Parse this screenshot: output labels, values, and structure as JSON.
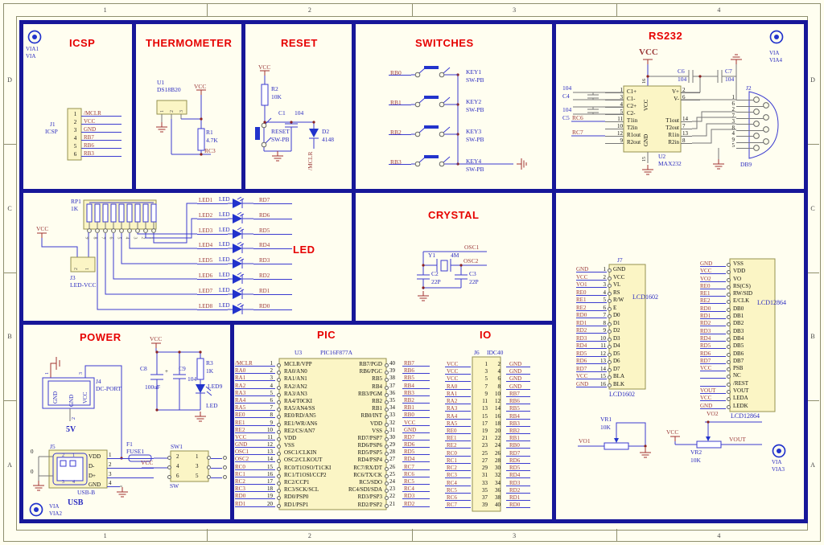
{
  "frame": {
    "cols": [
      "1",
      "2",
      "3",
      "4"
    ],
    "rows": [
      "D",
      "C",
      "B",
      "A"
    ]
  },
  "colors": {
    "navy": "#171799",
    "title_red": "#E60000",
    "net_red": "#9B3A3A",
    "label_blue": "#2B2BC0",
    "wire_blue": "#3B3BD0",
    "part_fill": "#FBF5C5",
    "sheet_bg": "#FDFDE9"
  },
  "icsp": {
    "title": "ICSP",
    "via": [
      "VIA1",
      "VIA"
    ],
    "refdes": "J1",
    "name": "ICSP",
    "pins": [
      {
        "num": "1",
        "net": "/MCLR"
      },
      {
        "num": "2",
        "net": "VCC"
      },
      {
        "num": "3",
        "net": "GND"
      },
      {
        "num": "4",
        "net": "RB7"
      },
      {
        "num": "5",
        "net": "RB6"
      },
      {
        "num": "6",
        "net": "RB3"
      }
    ]
  },
  "thermometer": {
    "title": "THERMOMETER",
    "refdes": "U1",
    "part": "DS18B20",
    "pins": [
      "1",
      "2",
      "3"
    ],
    "vcc": "VCC",
    "r_ref": "R1",
    "r_val": "4.7K",
    "net": "RC3"
  },
  "reset": {
    "title": "RESET",
    "vcc": "VCC",
    "r_ref": "R2",
    "r_val": "10K",
    "c_ref": "C1",
    "c_val": "104",
    "sw_name": "RESET",
    "sw_type": "SW-PB",
    "d_ref": "D2",
    "d_val": "4148",
    "net": "/MCLR"
  },
  "switches": {
    "title": "SWITCHES",
    "rows": [
      {
        "net": "RB0",
        "key": "KEY1",
        "typ": "SW-PB"
      },
      {
        "net": "RB1",
        "key": "KEY2",
        "typ": "SW-PB"
      },
      {
        "net": "RB2",
        "key": "KEY3",
        "typ": "SW-PB"
      },
      {
        "net": "RB3",
        "key": "KEY4",
        "typ": "SW-PB"
      }
    ]
  },
  "rs232": {
    "title": "RS232",
    "vcc": "VCC",
    "via": [
      "VIA",
      "VIA4"
    ],
    "c4_val": "104",
    "c4": "C4",
    "c5_val": "104",
    "c5": "C5",
    "rc6": "RC6",
    "rc7": "RC7",
    "c6": "C6",
    "c6_val": "104",
    "c7": "C7",
    "c7_val": "104",
    "u_ref": "U2",
    "u_part": "MAX232",
    "pin16": "16",
    "pin15": "15",
    "vcc_pin": "VCC",
    "gnd_pin": "GND",
    "left": [
      {
        "num": "1",
        "name": "C1+"
      },
      {
        "num": "3",
        "name": "C1-"
      },
      {
        "num": "4",
        "name": "C2+"
      },
      {
        "num": "5",
        "name": "C2-"
      },
      {
        "num": "11",
        "name": "T1in"
      },
      {
        "num": "10",
        "name": "T2in"
      },
      {
        "num": "12",
        "name": "R1out"
      },
      {
        "num": "9",
        "name": "R2out"
      }
    ],
    "right_top": [
      {
        "num": "2",
        "name": "V+"
      },
      {
        "num": "6",
        "name": "V-"
      }
    ],
    "right_bottom": [
      {
        "num": "14",
        "name": "T1out"
      },
      {
        "num": "7",
        "name": "T2out"
      },
      {
        "num": "13",
        "name": "R1in"
      },
      {
        "num": "8",
        "name": "R2in"
      }
    ],
    "j_ref": "J2",
    "j_name": "DB9",
    "db9_pins": [
      "1",
      "6",
      "2",
      "7",
      "3",
      "8",
      "4",
      "9",
      "5"
    ]
  },
  "led": {
    "title": "LED",
    "rp_ref": "RP1",
    "rp_val": "1K",
    "rp_pins": [
      "9",
      "8",
      "7",
      "6",
      "5",
      "4",
      "3",
      "2",
      "1"
    ],
    "vcc": "VCC",
    "j_ref": "J3",
    "j_name": "LED-VCC",
    "j_pins": [
      "2",
      "1"
    ],
    "rows": [
      {
        "a": "LED1",
        "p": "LED",
        "b": "RD7"
      },
      {
        "a": "LED2",
        "p": "LED",
        "b": "RD6"
      },
      {
        "a": "LED3",
        "p": "LED",
        "b": "RD5"
      },
      {
        "a": "LED4",
        "p": "LED",
        "b": "RD4"
      },
      {
        "a": "LED5",
        "p": "LED",
        "b": "RD3"
      },
      {
        "a": "LED6",
        "p": "LED",
        "b": "RD2"
      },
      {
        "a": "LED7",
        "p": "LED",
        "b": "RD1"
      },
      {
        "a": "LED8",
        "p": "LED",
        "b": "RD0"
      }
    ]
  },
  "crystal": {
    "title": "CRYSTAL",
    "x_ref": "Y1",
    "x_val": "4M",
    "osc1": "OSC1",
    "osc2": "OSC2",
    "c2": "C2",
    "c2_val": "22P",
    "c3": "C3",
    "c3_val": "22P"
  },
  "power": {
    "title": "POWER",
    "vcc": "VCC",
    "j4": "J4",
    "j4_name": "DC-PORT",
    "j4_pins": [
      "1",
      "3",
      "2"
    ],
    "j4_labels": [
      "GND",
      "GND",
      "VCC"
    ],
    "v5": "5V",
    "c8": "C8",
    "c8_val": "100uF",
    "c8_plus": "+",
    "c9": "C9",
    "c9_val": "104",
    "r3": "R3",
    "r3_val": "1K",
    "led9": "LED9",
    "led9_part": "LED",
    "j5": "J5",
    "usb_type": "USB-B",
    "usb_title": "USB",
    "usb_pins": [
      {
        "name": "VDD",
        "num": "1"
      },
      {
        "name": "D-",
        "num": "2"
      },
      {
        "name": "D+",
        "num": "3"
      },
      {
        "name": "GND",
        "num": "4"
      }
    ],
    "usb_inner": [
      "2",
      "1",
      "3",
      "4"
    ],
    "usb_shell": [
      "0",
      "0"
    ],
    "f1": "F1",
    "f1_val": "FUSE1",
    "vcc2": "VCC",
    "sw_ref": "SW1",
    "sw_name": "SW",
    "sw_rows": [
      {
        "l": "2",
        "r": "1"
      },
      {
        "l": "4",
        "r": "3"
      },
      {
        "l": "6",
        "r": "5"
      }
    ],
    "via": [
      "VIA",
      "VIA2"
    ]
  },
  "pic": {
    "title": "PIC",
    "refdes": "U3",
    "part": "PIC16F877A",
    "left": [
      {
        "net": "/MCLR",
        "num": "1",
        "name": "MCLR/VPP"
      },
      {
        "net": "RA0",
        "num": "2",
        "name": "RA0/AN0"
      },
      {
        "net": "RA1",
        "num": "3",
        "name": "RA1/AN1"
      },
      {
        "net": "RA2",
        "num": "4",
        "name": "RA2/AN2"
      },
      {
        "net": "RA3",
        "num": "5",
        "name": "RA3/AN3"
      },
      {
        "net": "RA4",
        "num": "6",
        "name": "RA4/T0CKI"
      },
      {
        "net": "RA5",
        "num": "7",
        "name": "RA5/AN4/SS"
      },
      {
        "net": "RE0",
        "num": "8",
        "name": "RE0/RD/AN5"
      },
      {
        "net": "RE1",
        "num": "9",
        "name": "RE1/WR/AN6"
      },
      {
        "net": "RE2",
        "num": "10",
        "name": "RE2/CS/AN7"
      },
      {
        "net": "VCC",
        "num": "11",
        "name": "VDD"
      },
      {
        "net": "GND",
        "num": "12",
        "name": "VSS"
      },
      {
        "net": "OSC1",
        "num": "13",
        "name": "OSC1/CLKIN"
      },
      {
        "net": "OSC2",
        "num": "14",
        "name": "OSC2/CLKOUT"
      },
      {
        "net": "RC0",
        "num": "15",
        "name": "RC0/T1OSO/T1CKI"
      },
      {
        "net": "RC1",
        "num": "16",
        "name": "RC1/T1OSI/CCP2"
      },
      {
        "net": "RC2",
        "num": "17",
        "name": "RC2/CCP1"
      },
      {
        "net": "RC3",
        "num": "18",
        "name": "RC3/SCK/SCL"
      },
      {
        "net": "RD0",
        "num": "19",
        "name": "RD0/PSP0"
      },
      {
        "net": "RD1",
        "num": "20",
        "name": "RD1/PSP1"
      }
    ],
    "right": [
      {
        "name": "RB7/PGD",
        "num": "40",
        "net": "RB7"
      },
      {
        "name": "RB6/PGC",
        "num": "39",
        "net": "RB6"
      },
      {
        "name": "RB5",
        "num": "38",
        "net": "RB5"
      },
      {
        "name": "RB4",
        "num": "37",
        "net": "RB4"
      },
      {
        "name": "RB3/PGM",
        "num": "36",
        "net": "RB3"
      },
      {
        "name": "RB2",
        "num": "35",
        "net": "RB2"
      },
      {
        "name": "RB1",
        "num": "34",
        "net": "RB1"
      },
      {
        "name": "RB0/INT",
        "num": "33",
        "net": "RB0"
      },
      {
        "name": "VDD",
        "num": "32",
        "net": "VCC"
      },
      {
        "name": "VSS",
        "num": "31",
        "net": "GND"
      },
      {
        "name": "RD7/PSP7",
        "num": "30",
        "net": "RD7"
      },
      {
        "name": "RD6/PSP6",
        "num": "29",
        "net": "RD6"
      },
      {
        "name": "RD5/PSP5",
        "num": "28",
        "net": "RD5"
      },
      {
        "name": "RD4/PSP4",
        "num": "27",
        "net": "RD4"
      },
      {
        "name": "RC7/RX/DT",
        "num": "26",
        "net": "RC7"
      },
      {
        "name": "RC6/TX/CK",
        "num": "25",
        "net": "RC6"
      },
      {
        "name": "RC5/SDO",
        "num": "24",
        "net": "RC5"
      },
      {
        "name": "RC4/SDI/SDA",
        "num": "23",
        "net": "RC4"
      },
      {
        "name": "RD3/PSP3",
        "num": "22",
        "net": "RD3"
      },
      {
        "name": "RD2/PSP2",
        "num": "21",
        "net": "RD2"
      }
    ]
  },
  "io": {
    "title": "IO",
    "refdes": "J6",
    "part": "IDC40",
    "rows": [
      {
        "lnet": "VCC",
        "lnum": "1",
        "rnum": "2",
        "rnet": "GND"
      },
      {
        "lnet": "VCC",
        "lnum": "3",
        "rnum": "4",
        "rnet": "GND"
      },
      {
        "lnet": "VCC",
        "lnum": "5",
        "rnum": "6",
        "rnet": "GND"
      },
      {
        "lnet": "RA0",
        "lnum": "7",
        "rnum": "8",
        "rnet": "GND"
      },
      {
        "lnet": "RA1",
        "lnum": "9",
        "rnum": "10",
        "rnet": "RB7"
      },
      {
        "lnet": "RA2",
        "lnum": "11",
        "rnum": "12",
        "rnet": "RB6"
      },
      {
        "lnet": "RA3",
        "lnum": "13",
        "rnum": "14",
        "rnet": "RB5"
      },
      {
        "lnet": "RA4",
        "lnum": "15",
        "rnum": "16",
        "rnet": "RB4"
      },
      {
        "lnet": "RA5",
        "lnum": "17",
        "rnum": "18",
        "rnet": "RB3"
      },
      {
        "lnet": "RE0",
        "lnum": "19",
        "rnum": "20",
        "rnet": "RB2"
      },
      {
        "lnet": "RE1",
        "lnum": "21",
        "rnum": "22",
        "rnet": "RB1"
      },
      {
        "lnet": "RE2",
        "lnum": "23",
        "rnum": "24",
        "rnet": "RB0"
      },
      {
        "lnet": "RC0",
        "lnum": "25",
        "rnum": "26",
        "rnet": "RD7"
      },
      {
        "lnet": "RC1",
        "lnum": "27",
        "rnum": "28",
        "rnet": "RD6"
      },
      {
        "lnet": "RC2",
        "lnum": "29",
        "rnum": "30",
        "rnet": "RD5"
      },
      {
        "lnet": "RC3",
        "lnum": "31",
        "rnum": "32",
        "rnet": "RD4"
      },
      {
        "lnet": "RC4",
        "lnum": "33",
        "rnum": "34",
        "rnet": "RD3"
      },
      {
        "lnet": "RC5",
        "lnum": "35",
        "rnum": "36",
        "rnet": "RD2"
      },
      {
        "lnet": "RC6",
        "lnum": "37",
        "rnum": "38",
        "rnet": "RD1"
      },
      {
        "lnet": "RC7",
        "lnum": "39",
        "rnum": "40",
        "rnet": "RD0"
      }
    ]
  },
  "lcd": {
    "j7": "J7",
    "lcd1602": "LCD1602",
    "lcd1602_caption": "LCD1602",
    "rows1602": [
      {
        "net": "GND",
        "num": "1",
        "name": "GND"
      },
      {
        "net": "VCC",
        "num": "2",
        "name": "VCC"
      },
      {
        "net": "VO1",
        "num": "3",
        "name": "VL"
      },
      {
        "net": "RE0",
        "num": "4",
        "name": "RS"
      },
      {
        "net": "RE1",
        "num": "5",
        "name": "R/W"
      },
      {
        "net": "RE2",
        "num": "6",
        "name": "E"
      },
      {
        "net": "RD0",
        "num": "7",
        "name": "D0"
      },
      {
        "net": "RD1",
        "num": "8",
        "name": "D1"
      },
      {
        "net": "RD2",
        "num": "9",
        "name": "D2"
      },
      {
        "net": "RD3",
        "num": "10",
        "name": "D3"
      },
      {
        "net": "RD4",
        "num": "11",
        "name": "D4"
      },
      {
        "net": "RD5",
        "num": "12",
        "name": "D5"
      },
      {
        "net": "RD6",
        "num": "13",
        "name": "D6"
      },
      {
        "net": "RD7",
        "num": "14",
        "name": "D7"
      },
      {
        "net": "VCC",
        "num": "15",
        "name": "BLA"
      },
      {
        "net": "GND",
        "num": "16",
        "name": "BLK"
      }
    ],
    "lcd12864": "LCD12864",
    "lcd12864_caption": "LCD12864",
    "rows12864": [
      {
        "net": "GND",
        "name": "VSS"
      },
      {
        "net": "VCC",
        "name": "VDD"
      },
      {
        "net": "VO2",
        "name": "VO"
      },
      {
        "net": "RE0",
        "name": "RS(CS)"
      },
      {
        "net": "RE1",
        "name": "RW/SID"
      },
      {
        "net": "RE2",
        "name": "E/CLK"
      },
      {
        "net": "RD0",
        "name": "DB0"
      },
      {
        "net": "RD1",
        "name": "DB1"
      },
      {
        "net": "RD2",
        "name": "DB2"
      },
      {
        "net": "RD3",
        "name": "DB3"
      },
      {
        "net": "RD4",
        "name": "DB4"
      },
      {
        "net": "RD5",
        "name": "DB5"
      },
      {
        "net": "RD6",
        "name": "DB6"
      },
      {
        "net": "RD7",
        "name": "DB7"
      },
      {
        "net": "VCC",
        "name": "PSB"
      },
      {
        "net": "",
        "name": "NC"
      },
      {
        "net": "",
        "name": "/REST"
      },
      {
        "net": "VOUT",
        "name": "VOUT"
      },
      {
        "net": "VCC",
        "name": "LEDA"
      },
      {
        "net": "GND",
        "name": "LEDK"
      }
    ],
    "vr1": "VR1",
    "vr1_val": "10K",
    "vo1": "VO1",
    "vr2": "VR2",
    "vr2_val": "10K",
    "vo2": "VO2",
    "vcc": "VCC",
    "vout": "VOUT",
    "via": [
      "VIA",
      "VIA3"
    ]
  }
}
